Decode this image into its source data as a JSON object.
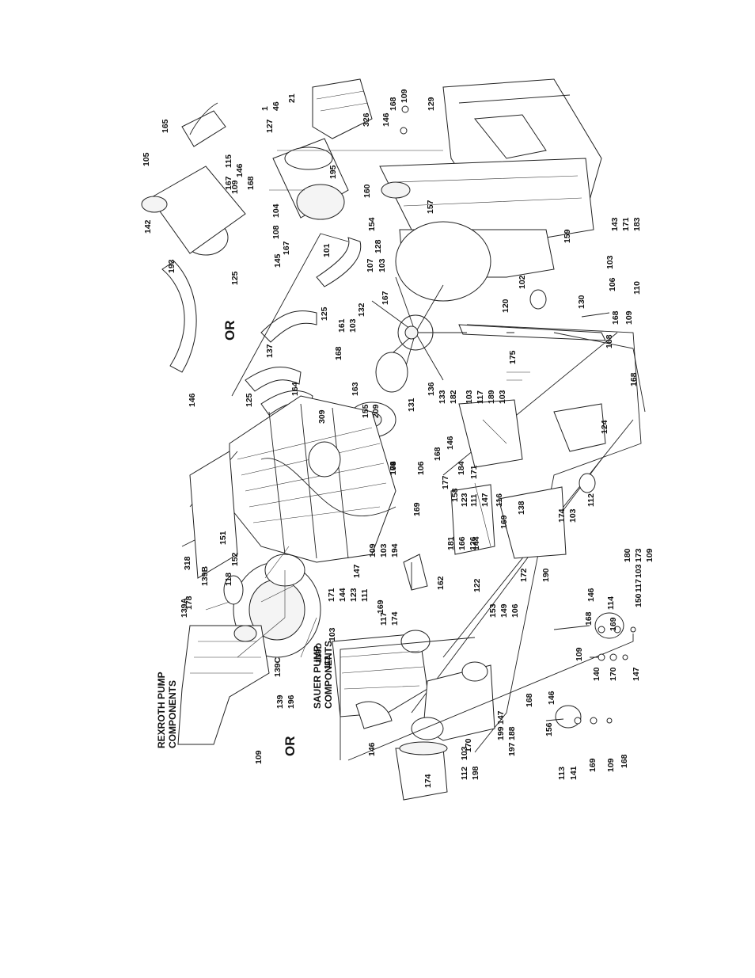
{
  "headings": {
    "rexroth": [
      "REXROTH PUMP",
      "COMPONENTS"
    ],
    "sauer": [
      "SAUER PUMP",
      "COMPONENTS"
    ],
    "or": "OR"
  },
  "callouts": [
    "21",
    "1",
    "46",
    "326",
    "109",
    "168",
    "146",
    "129",
    "165",
    "105",
    "115",
    "167",
    "146",
    "168",
    "109",
    "127",
    "195",
    "160",
    "154",
    "157",
    "142",
    "104",
    "108",
    "167",
    "145",
    "101",
    "107",
    "103",
    "167",
    "128",
    "193",
    "125",
    "OR",
    "137",
    "125",
    "161",
    "103",
    "132",
    "168",
    "102",
    "120",
    "130",
    "159",
    "143",
    "171",
    "183",
    "103",
    "106",
    "110",
    "168",
    "109",
    "168",
    "146",
    "125",
    "164",
    "163",
    "155",
    "209",
    "309",
    "136",
    "131",
    "133",
    "182",
    "103",
    "117",
    "189",
    "103",
    "175",
    "168",
    "180",
    "173",
    "109",
    "168",
    "146",
    "184",
    "106",
    "171",
    "177",
    "158",
    "123",
    "111",
    "147",
    "169",
    "181",
    "166",
    "126",
    "109",
    "103",
    "194",
    "138",
    "124",
    "151",
    "152",
    "318",
    "139B",
    "118",
    "139A",
    "178",
    "116",
    "169",
    "172",
    "144",
    "162",
    "190",
    "122",
    "153",
    "149",
    "106",
    "171",
    "144",
    "123",
    "111",
    "147",
    "169",
    "117",
    "174",
    "103",
    "112",
    "139C",
    "139D",
    "139",
    "196",
    "174",
    "103",
    "112",
    "103",
    "117",
    "150",
    "109",
    "146",
    "168",
    "114",
    "169",
    "140",
    "170",
    "147",
    "109",
    "168",
    "146",
    "156",
    "113",
    "141",
    "169",
    "109",
    "168",
    "146",
    "170",
    "147",
    "199",
    "188",
    "197",
    "174",
    "103",
    "112",
    "198",
    "174",
    "103",
    "109"
  ]
}
